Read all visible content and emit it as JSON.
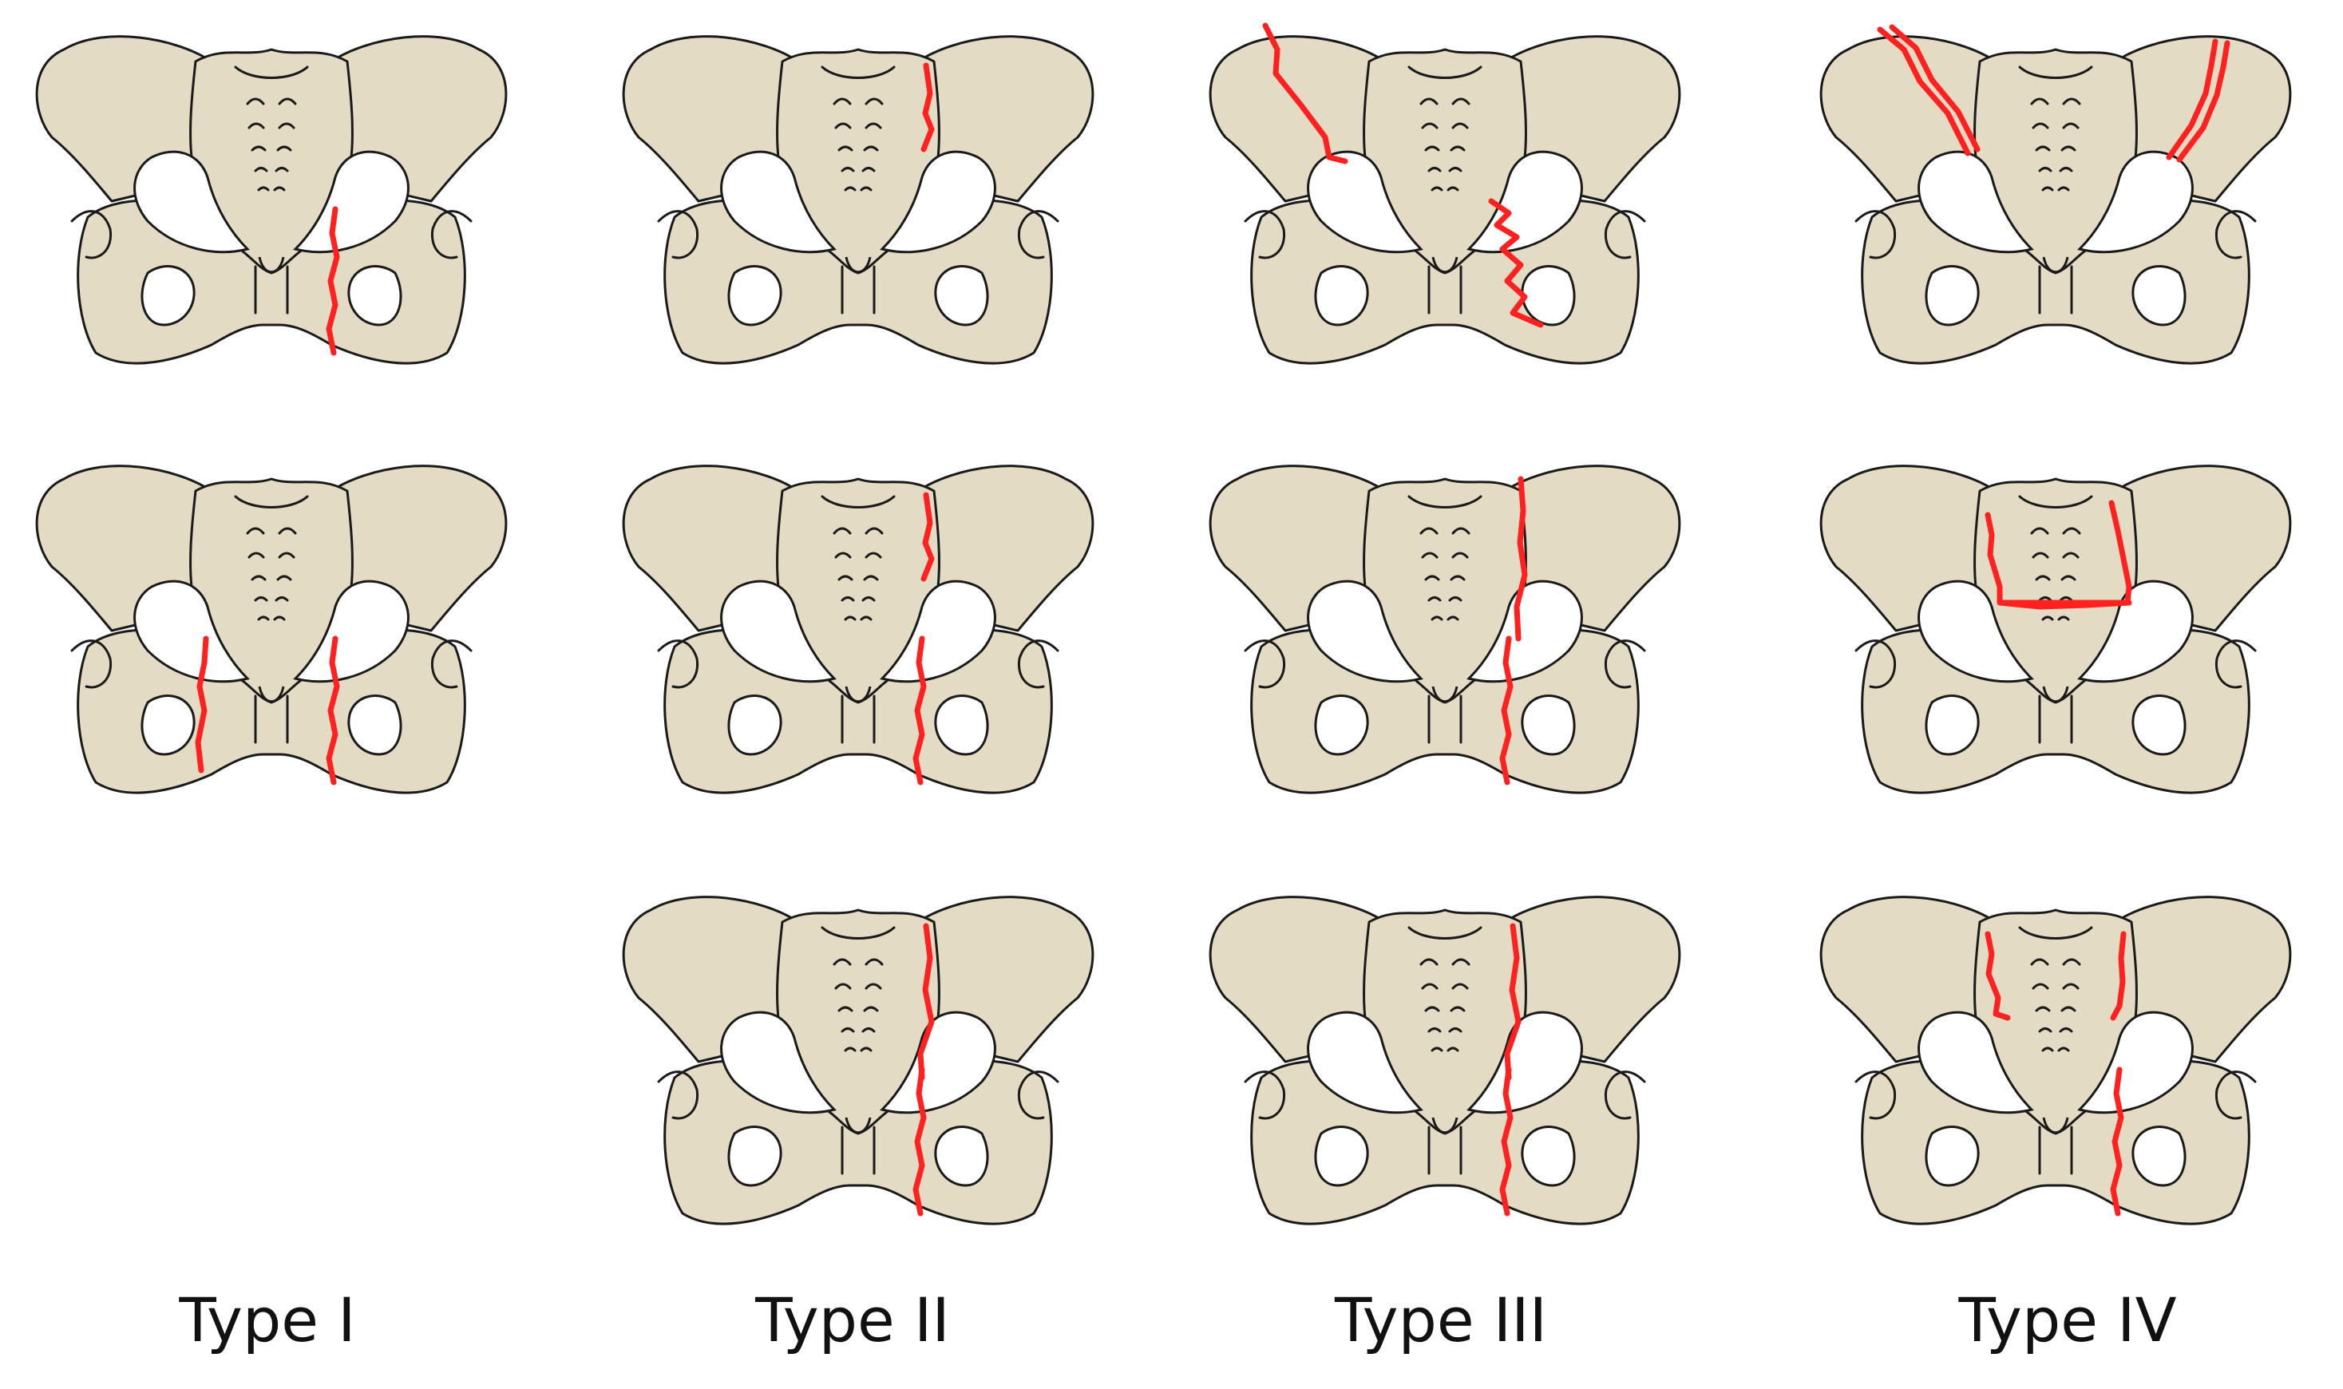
{
  "figure": {
    "column_labels": [
      "Type I",
      "Type II",
      "Type III",
      "Type IV"
    ]
  },
  "colors": {
    "bone": "#e3dbc3",
    "outline": "#1a1a1a",
    "fracture": "#ff2020",
    "background": "#ffffff"
  },
  "panels": [
    {
      "row": 0,
      "col": 0,
      "fractures": [
        "right-pubic-ramus"
      ]
    },
    {
      "row": 1,
      "col": 0,
      "fractures": [
        "left-pubic-ramus",
        "right-pubic-ramus"
      ]
    },
    {
      "row": 0,
      "col": 1,
      "fractures": [
        "right-sacroiliac-partial"
      ]
    },
    {
      "row": 1,
      "col": 1,
      "fractures": [
        "right-sacroiliac-partial",
        "right-pubic-ramus"
      ]
    },
    {
      "row": 2,
      "col": 1,
      "fractures": [
        "right-sacroiliac",
        "right-pubic-ramus"
      ]
    },
    {
      "row": 0,
      "col": 2,
      "fractures": [
        "left-iliac-wing",
        "right-pubic-ramus-comminuted"
      ]
    },
    {
      "row": 1,
      "col": 2,
      "fractures": [
        "right-sacroiliac-full",
        "right-pubic-ramus"
      ]
    },
    {
      "row": 2,
      "col": 2,
      "fractures": [
        "right-sacroiliac",
        "right-pubic-ramus"
      ]
    },
    {
      "row": 0,
      "col": 3,
      "fractures": [
        "left-iliac-double",
        "right-iliac-double"
      ]
    },
    {
      "row": 1,
      "col": 3,
      "fractures": [
        "sacral-h-pattern"
      ]
    },
    {
      "row": 2,
      "col": 3,
      "fractures": [
        "left-sacral-vertical",
        "right-sacral-vertical",
        "right-pubic-ramus"
      ]
    }
  ]
}
